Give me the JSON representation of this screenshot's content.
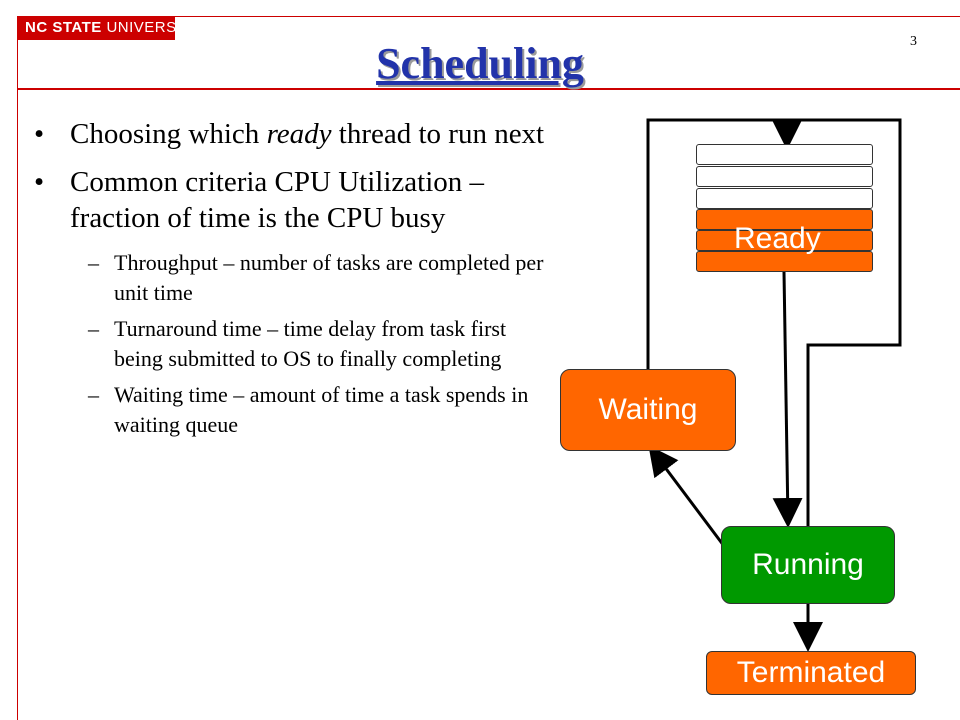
{
  "header": {
    "logo_bold": "NC STATE",
    "logo_rest": " UNIVERSITY",
    "page_number": "3"
  },
  "slide": {
    "title": "Scheduling",
    "bullets": [
      {
        "level": 1,
        "pre": "Choosing which ",
        "em": "ready",
        "post": " thread to run next"
      },
      {
        "level": 1,
        "text": "Common criteria CPU Utilization –fraction of time is the CPU busy"
      },
      {
        "level": 2,
        "text": "Throughput – number of tasks are completed per unit time"
      },
      {
        "level": 2,
        "text": "Turnaround time – time delay from task first being submitted to OS to finally completing"
      },
      {
        "level": 2,
        "text": "Waiting time – amount of time a task spends in waiting queue"
      }
    ],
    "bullet_mark": "•",
    "dash_mark": "–"
  },
  "diagram": {
    "states": {
      "ready": "Ready",
      "waiting": "Waiting",
      "running": "Running",
      "terminated": "Terminated"
    },
    "colors": {
      "orange": "#ff6600",
      "green": "#009900",
      "red": "#cc0000",
      "title_blue": "#2233aa"
    }
  }
}
